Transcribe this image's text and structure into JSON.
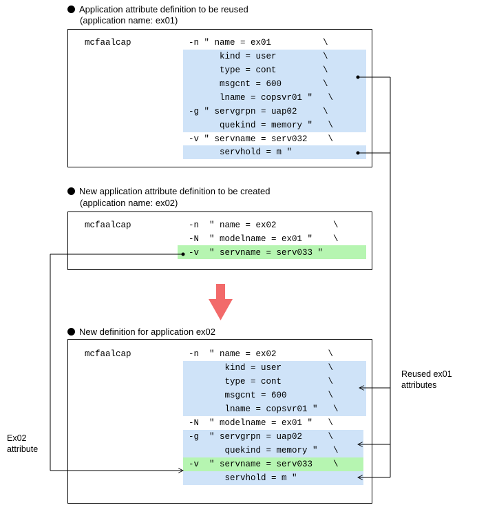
{
  "section1": {
    "heading_line1": "Application attribute definition to be reused",
    "heading_line2": "(application name: ex01)",
    "lines": [
      {
        "cmd": "mcfaalcap",
        "text": "-n \" name = ex01          \\"
      },
      {
        "cmd": "",
        "text": "      kind = user         \\"
      },
      {
        "cmd": "",
        "text": "      type = cont         \\"
      },
      {
        "cmd": "",
        "text": "      msgcnt = 600        \\"
      },
      {
        "cmd": "",
        "text": "      lname = copsvr01 \"   \\"
      },
      {
        "cmd": "",
        "text": "-g \" servgrpn = uap02     \\"
      },
      {
        "cmd": "",
        "text": "      quekind = memory \"   \\"
      },
      {
        "cmd": "",
        "text": "-v \" servname = serv032    \\"
      },
      {
        "cmd": "",
        "text": "      servhold = m \""
      }
    ]
  },
  "section2": {
    "heading_line1": "New application attribute definition to be created",
    "heading_line2": "(application name: ex02)",
    "lines": [
      {
        "cmd": "mcfaalcap",
        "text": "-n  \" name = ex02           \\"
      },
      {
        "cmd": "",
        "text": "-N  \" modelname = ex01 \"    \\"
      },
      {
        "cmd": "",
        "text": "-v  \" servname = serv033 \""
      }
    ]
  },
  "section3": {
    "heading_line1": "New definition for application ex02",
    "lines": [
      {
        "cmd": "mcfaalcap",
        "text": "-n  \" name = ex02          \\"
      },
      {
        "cmd": "",
        "text": "       kind = user         \\"
      },
      {
        "cmd": "",
        "text": "       type = cont         \\"
      },
      {
        "cmd": "",
        "text": "       msgcnt = 600        \\"
      },
      {
        "cmd": "",
        "text": "       lname = copsvr01 \"   \\"
      },
      {
        "cmd": "",
        "text": "-N  \" modelname = ex01 \"   \\"
      },
      {
        "cmd": "",
        "text": "-g  \" servgrpn = uap02     \\"
      },
      {
        "cmd": "",
        "text": "       quekind = memory \"   \\"
      },
      {
        "cmd": "",
        "text": "-v  \" servname = serv033    \\"
      },
      {
        "cmd": "",
        "text": "       servhold = m \""
      }
    ]
  },
  "labels": {
    "reused_line1": "Reused ex01",
    "reused_line2": "attributes",
    "ex02_line1": "Ex02",
    "ex02_line2": "attribute"
  },
  "colors": {
    "reused_highlight": "#cfe3f8",
    "new_highlight": "#b6f5b1",
    "flow_arrow": "#f26a6a"
  },
  "icons": [
    "bullet-icon",
    "down-arrow-icon"
  ]
}
